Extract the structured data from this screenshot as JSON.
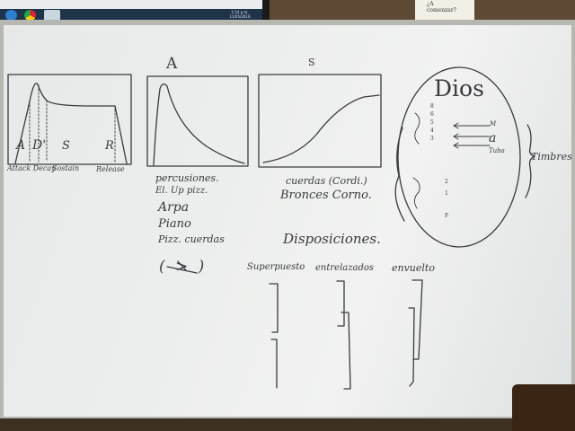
{
  "monitor": {
    "clock": "1:54 p.m.",
    "date": "11/05/2016"
  },
  "note": {
    "line1": "¿A",
    "line2": "comenzar?"
  },
  "envelope": {
    "phase_letters": [
      "A",
      "D'",
      "S",
      "R"
    ],
    "phase_labels": [
      "Attack Decay",
      "Sostain",
      "Release"
    ]
  },
  "attack_chart": {
    "header": "A",
    "instruments": [
      "percusiones.",
      "El. Up pizz.",
      "Arpa",
      "Piano",
      "Pizz. cuerdas"
    ],
    "accent_symbol": "( > )"
  },
  "swell_chart": {
    "header": "S",
    "instruments": [
      "cuerdas (Cordi.)",
      "Bronces  Corno."
    ]
  },
  "dios": {
    "title": "Dios",
    "register_numbers": [
      "8",
      "6",
      "5",
      "4",
      "3",
      "2",
      "1",
      "F"
    ],
    "arrow_labels": [
      "M",
      "a",
      "Tuba"
    ],
    "side_label": "Timbres"
  },
  "disposiciones": {
    "title": "Disposiciones.",
    "types": [
      "Superpuesto",
      "entrelazados",
      "envuelto"
    ]
  }
}
